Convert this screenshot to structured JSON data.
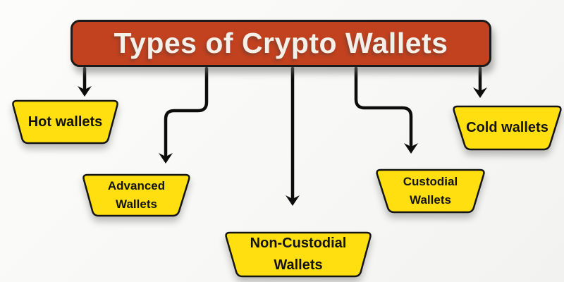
{
  "header": {
    "title": "Types of Crypto Wallets"
  },
  "nodes": [
    {
      "id": "hot-wallets",
      "label": "Hot wallets"
    },
    {
      "id": "advanced-wallets",
      "label": "Advanced\nWallets"
    },
    {
      "id": "non-custodial-wallets",
      "label": "Non-Custodial\nWallets"
    },
    {
      "id": "custodial-wallets",
      "label": "Custodial\nWallets"
    },
    {
      "id": "cold-wallets",
      "label": "Cold wallets"
    }
  ],
  "colors": {
    "header_fill": "#c2411f",
    "header_text": "#f3efe9",
    "node_fill": "#ffdf0f",
    "outline": "#141414",
    "arrow": "#0d0d0d",
    "background": "#f7f7f5"
  }
}
